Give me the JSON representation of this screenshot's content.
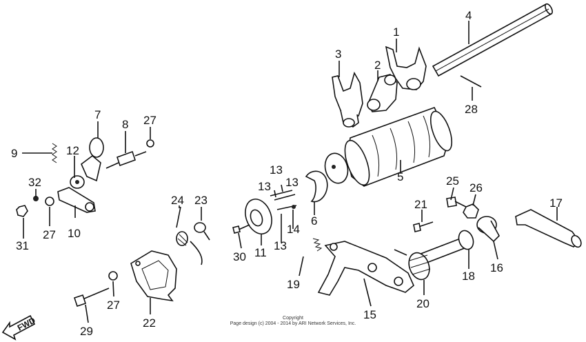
{
  "labels": {
    "p1": "1",
    "p2": "2",
    "p3": "3",
    "p4": "4",
    "p5": "5",
    "p6": "6",
    "p7": "7",
    "p8": "8",
    "p9": "9",
    "p10": "10",
    "p11": "11",
    "p12": "12",
    "p13a": "13",
    "p13b": "13",
    "p13c": "13",
    "p13d": "13",
    "p14": "14",
    "p15": "15",
    "p16": "16",
    "p17": "17",
    "p18": "18",
    "p19": "19",
    "p20": "20",
    "p21": "21",
    "p22": "22",
    "p23": "23",
    "p24": "24",
    "p25": "25",
    "p26": "26",
    "p27a": "27",
    "p27b": "27",
    "p27c": "27",
    "p28": "28",
    "p29": "29",
    "p30": "30",
    "p31": "31",
    "p32": "32"
  },
  "fwd_label": "FWD",
  "copyright": {
    "line1": "Copyright",
    "line2": "Page design (c) 2004 - 2014 by ARI Network Services, Inc."
  }
}
